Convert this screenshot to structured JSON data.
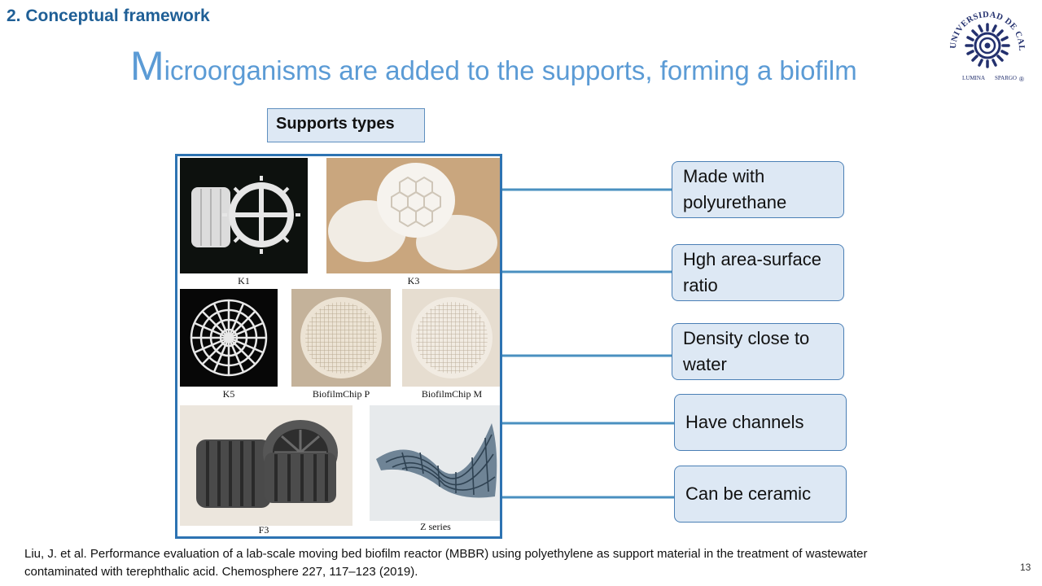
{
  "slide": {
    "section_title": "2. Conceptual framework",
    "title_initial": "M",
    "title_rest": "icroorganisms are added to the supports, forming a biofilm",
    "page_number": "13"
  },
  "logo": {
    "text_top": "UNIVERSIDAD DE CALDAS",
    "text_bottom_left": "LUMINA",
    "text_bottom_right": "SPARGO",
    "registered": "®",
    "color": "#23306e",
    "icon": "sun-spiral-icon"
  },
  "supports_label": "Supports types",
  "photo": {
    "captions": [
      "K1",
      "K3",
      "K5",
      "BiofilmChip P",
      "BiofilmChip M",
      "F3",
      "Z series"
    ]
  },
  "properties": [
    {
      "label": "Made with polyurethane"
    },
    {
      "label": "Hgh area-surface ratio"
    },
    {
      "label": "Density close to water"
    },
    {
      "label": "Have channels"
    },
    {
      "label": "Can be ceramic"
    }
  ],
  "citation": "Liu, J. et al. Performance evaluation of a lab-scale moving bed biofilm reactor (MBBR) using polyethylene as support material in the treatment of wastewater contaminated with terephthalic acid. Chemosphere 227, 117–123 (2019).",
  "colors": {
    "section_title": "#1f5f96",
    "title": "#5b9bd5",
    "box_fill": "#dde8f4",
    "box_border": "#4a7fb5",
    "frame_border": "#2d73b2",
    "connector": "#4a90c0"
  }
}
